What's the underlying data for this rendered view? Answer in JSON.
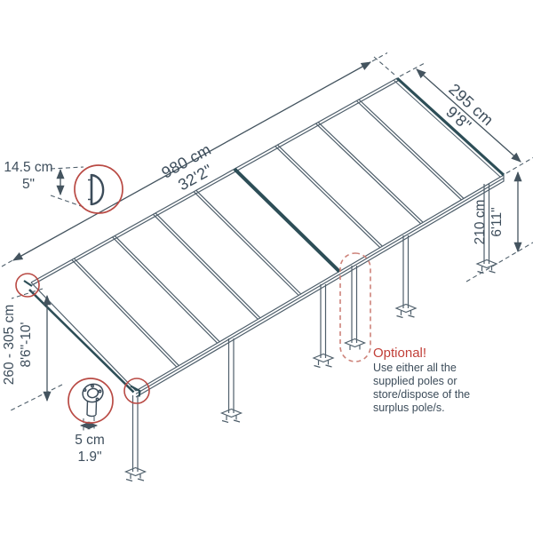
{
  "dimensions": {
    "gutter_height": {
      "metric": "14.5 cm",
      "imperial": "5\""
    },
    "length": {
      "metric": "980 cm",
      "imperial": "32'2\""
    },
    "depth": {
      "metric": "295 cm",
      "imperial": "9'8\""
    },
    "front_post_height": {
      "metric": "210 cm",
      "imperial": "6'11\""
    },
    "wall_mount_height": {
      "metric": "260 - 305 cm",
      "imperial": "8'6\"-10'"
    },
    "post_diameter": {
      "metric": "5 cm",
      "imperial": "1.9\""
    }
  },
  "optional_note": {
    "title": "Optional!",
    "body_lines": [
      "Use either all the",
      "supplied poles or",
      "store/dispose of the",
      "surplus pole/s."
    ]
  },
  "icons": {
    "gutter_profile": "gutter-profile-icon",
    "post_top": "post-top-icon"
  },
  "colors": {
    "line": "#4f5f6b",
    "beam_accent": "#2d4e57",
    "dimension": "#44545f",
    "callout_circle_red": "#b94a44",
    "optional_dashed_red": "#cd8279",
    "optional_title_red": "#c13f38",
    "text": "#3e4e5c",
    "background": "#ffffff"
  }
}
